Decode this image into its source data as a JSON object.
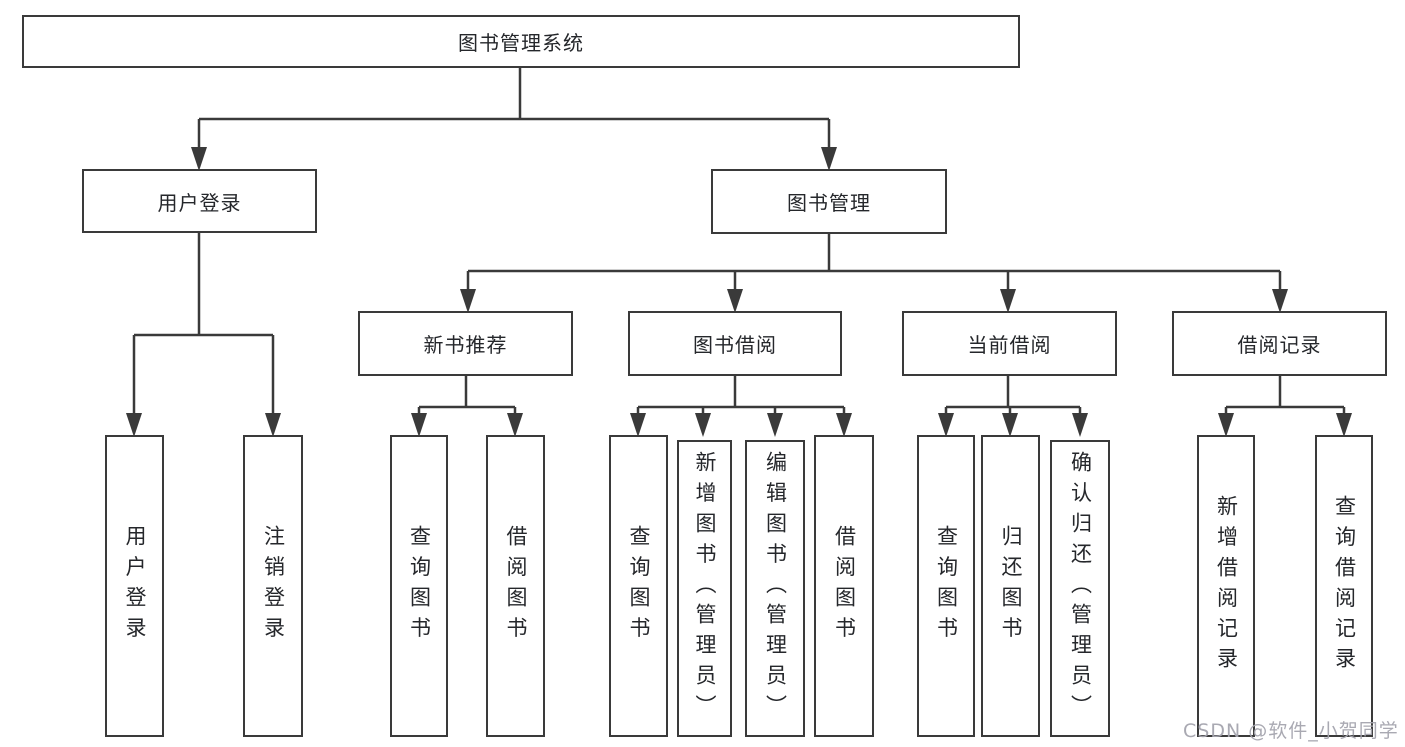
{
  "tree": {
    "label": "图书管理系统",
    "children": [
      {
        "label": "用户登录",
        "children": [
          {
            "label": "用户登录"
          },
          {
            "label": "注销登录"
          }
        ]
      },
      {
        "label": "图书管理",
        "children": [
          {
            "label": "新书推荐",
            "children": [
              {
                "label": "查询图书"
              },
              {
                "label": "借阅图书"
              }
            ]
          },
          {
            "label": "图书借阅",
            "children": [
              {
                "label": "查询图书"
              },
              {
                "label": "新增图书（管理员）"
              },
              {
                "label": "编辑图书（管理员）"
              },
              {
                "label": "借阅图书"
              }
            ]
          },
          {
            "label": "当前借阅",
            "children": [
              {
                "label": "查询图书"
              },
              {
                "label": "归还图书"
              },
              {
                "label": "确认归还（管理员）"
              }
            ]
          },
          {
            "label": "借阅记录",
            "children": [
              {
                "label": "新增借阅记录"
              },
              {
                "label": "查询借阅记录"
              }
            ]
          }
        ]
      }
    ]
  },
  "watermark": "CSDN @软件_小贺同学",
  "colors": {
    "line": "#3a3a3a",
    "text": "#25272b",
    "watermark": "#a4a4ae",
    "background": "#ffffff"
  }
}
